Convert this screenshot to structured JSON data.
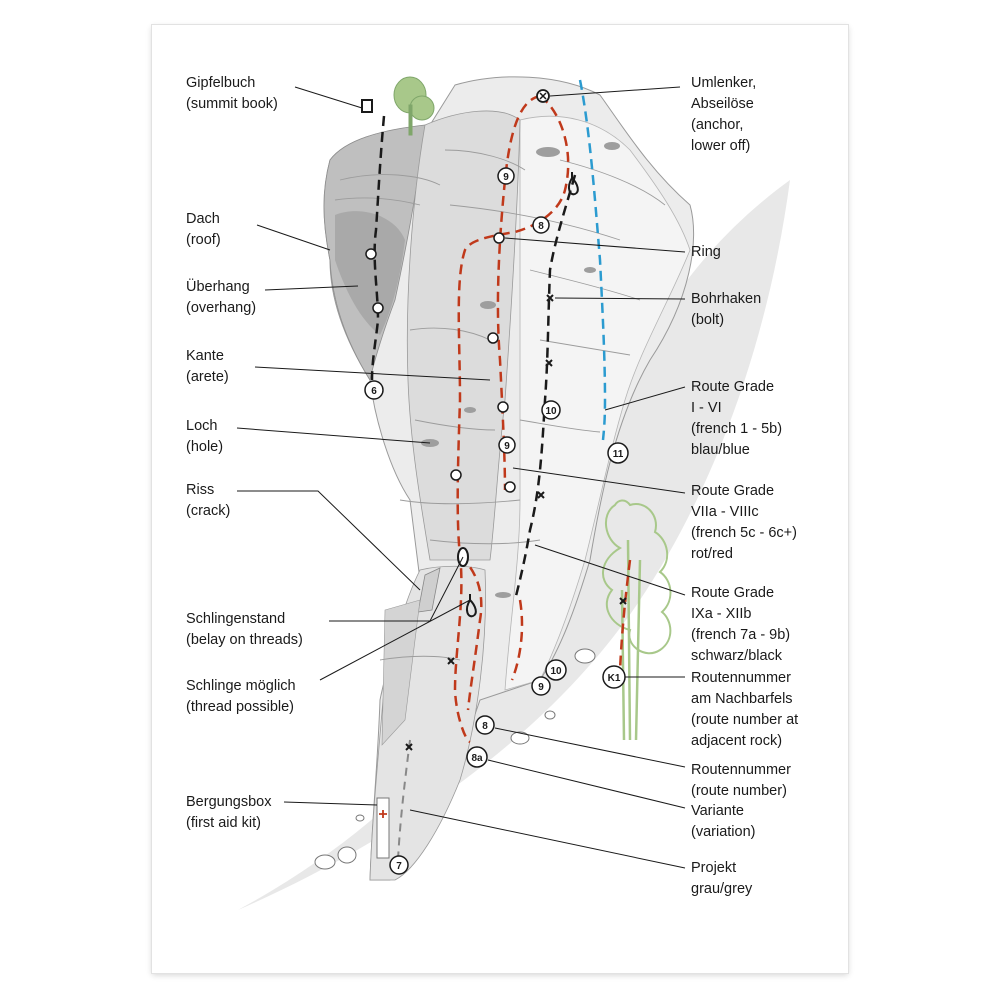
{
  "labels_left": [
    {
      "id": "gipfelbuch",
      "text": "Gipfelbuch\n(summit book)"
    },
    {
      "id": "dach",
      "text": "Dach\n(roof)"
    },
    {
      "id": "ueberhang",
      "text": "Überhang\n(overhang)"
    },
    {
      "id": "kante",
      "text": "Kante\n(arete)"
    },
    {
      "id": "loch",
      "text": "Loch\n(hole)"
    },
    {
      "id": "riss",
      "text": "Riss\n(crack)"
    },
    {
      "id": "schlingenstand",
      "text": "Schlingenstand\n(belay on threads)"
    },
    {
      "id": "schlinge",
      "text": "Schlinge möglich\n(thread possible)"
    },
    {
      "id": "bergungsbox",
      "text": "Bergungsbox\n(first aid kit)"
    }
  ],
  "labels_right": [
    {
      "id": "umlenker",
      "text": "Umlenker,\nAbseilöse\n(anchor,\nlower off)"
    },
    {
      "id": "ring",
      "text": "Ring"
    },
    {
      "id": "bohrhaken",
      "text": "Bohrhaken\n(bolt)"
    },
    {
      "id": "grade-blue",
      "text": "Route Grade\n I - VI\n(french 1 - 5b)\nblau/blue"
    },
    {
      "id": "grade-red",
      "text": "Route Grade\n VIIa - VIIIc\n(french 5c - 6c+)\nrot/red"
    },
    {
      "id": "grade-black",
      "text": "Route Grade\nIXa - XIIb\n(french 7a - 9b)\nschwarz/black"
    },
    {
      "id": "routennummer-nachbar",
      "text": "Routennummer\nam Nachbarfels\n(route number at\nadjacent rock)"
    },
    {
      "id": "routennummer",
      "text": "Routennummer\n(route number)"
    },
    {
      "id": "variante",
      "text": "Variante\n(variation)"
    },
    {
      "id": "projekt",
      "text": "Projekt\ngrau/grey"
    }
  ],
  "route_numbers": [
    "6",
    "7",
    "8",
    "8a",
    "9",
    "9",
    "9",
    "10",
    "10",
    "11",
    "K1",
    "8"
  ],
  "colors": {
    "route_red": "#c0391b",
    "route_blue": "#2b9bd0",
    "route_black": "#1a1a1a",
    "rock_light": "#ececec",
    "rock_mid": "#d6d6d6",
    "rock_dark": "#bdbdbd",
    "ground": "#e8e8e8",
    "tree": "#a8c88a"
  }
}
